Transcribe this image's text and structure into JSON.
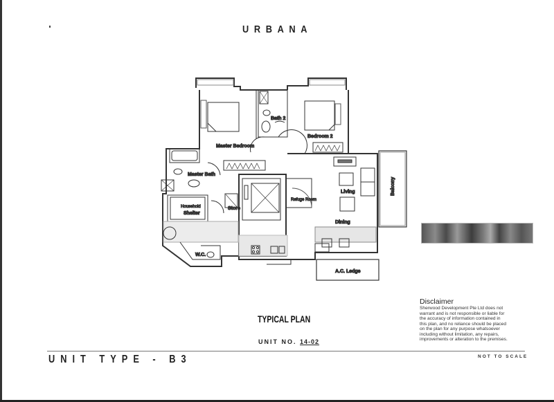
{
  "project": {
    "name": "URBANA"
  },
  "plan": {
    "rooms": [
      {
        "id": "master-bedroom",
        "label": "Master Bedroom"
      },
      {
        "id": "bath-2",
        "label": "Bath 2"
      },
      {
        "id": "bedroom-2",
        "label": "Bedroom 2"
      },
      {
        "id": "master-bath",
        "label": "Master Bath"
      },
      {
        "id": "household-shelter",
        "label": "Household",
        "label2": "Shelter"
      },
      {
        "id": "store",
        "label": "Store"
      },
      {
        "id": "refuge-room",
        "label": "Refuge Room"
      },
      {
        "id": "living",
        "label": "Living"
      },
      {
        "id": "balcony",
        "label": "Balcony"
      },
      {
        "id": "dining",
        "label": "Dining"
      },
      {
        "id": "wc",
        "label": "W.C."
      },
      {
        "id": "ac-ledge",
        "label": "A.C. Ledge"
      }
    ]
  },
  "titles": {
    "typical_plan": "TYPICAL PLAN",
    "unit_no_label": "UNIT NO.",
    "unit_no_value": "14-02",
    "unit_type": "UNIT TYPE - B3",
    "not_to_scale": "NOT TO SCALE"
  },
  "disclaimer": {
    "title": "Disclaimer",
    "lines": [
      "Sherwood Development Pte Ltd does not",
      "warrant and is not responsible or liable for",
      "the accuracy of information contained in",
      "this plan, and no reliance should be placed",
      "on the plan for any purpose whatsoever",
      "including without limitation, any repairs,",
      "improvements or alteration to the premises."
    ]
  }
}
